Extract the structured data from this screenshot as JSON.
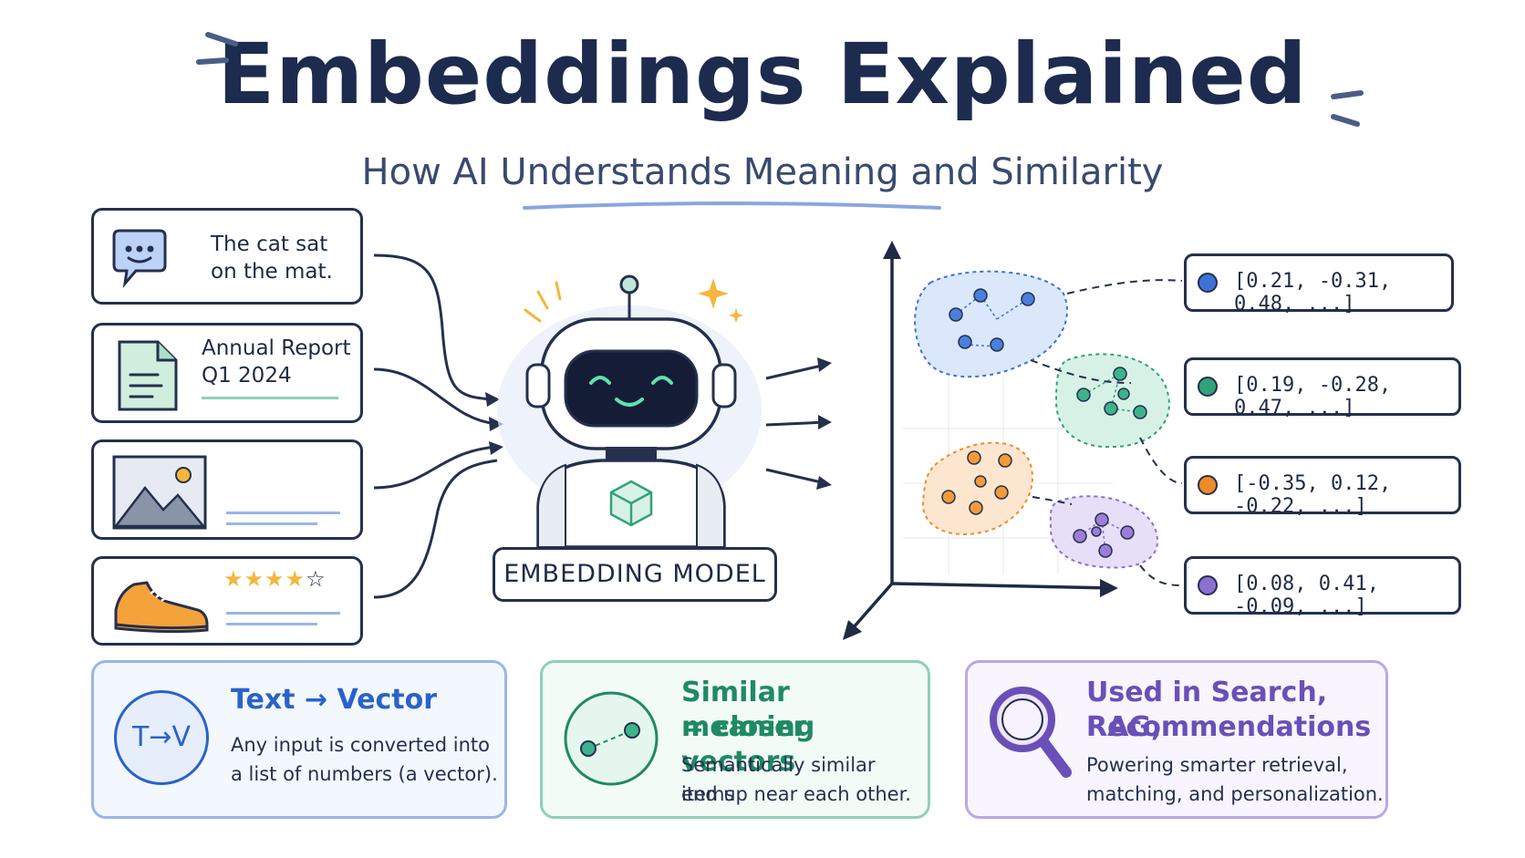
{
  "header": {
    "title": "Embeddings Explained",
    "subtitle": "How AI Understands Meaning and Similarity"
  },
  "inputs": [
    {
      "icon": "chat-bubble-icon",
      "line1": "The cat sat",
      "line2": "on the mat."
    },
    {
      "icon": "document-icon",
      "line1": "Annual Report",
      "line2": "Q1 2024"
    },
    {
      "icon": "image-icon"
    },
    {
      "icon": "sneaker-icon",
      "rating": 4,
      "max_rating": 5
    }
  ],
  "model": {
    "label": "EMBEDDING MODEL",
    "icon": "robot-icon"
  },
  "vectors": [
    {
      "text": "[0.21, -0.31, 0.48, ...]",
      "color": "#3f72d6"
    },
    {
      "text": "[0.19, -0.28, 0.47, ...]",
      "color": "#2fa27a"
    },
    {
      "text": "[-0.35, 0.12, -0.22, ...]",
      "color": "#f08a2a"
    },
    {
      "text": "[0.08, 0.41, -0.09, ...]",
      "color": "#8c6fd1"
    }
  ],
  "clusters": [
    {
      "name": "blue",
      "color": "#3f72d6",
      "fill": "#dbe7fb"
    },
    {
      "name": "green",
      "color": "#2fa27a",
      "fill": "#d8f1e6"
    },
    {
      "name": "orange",
      "color": "#f08a2a",
      "fill": "#fde6cf"
    },
    {
      "name": "purple",
      "color": "#8c6fd1",
      "fill": "#e7dff7"
    }
  ],
  "info_cards": [
    {
      "icon": "text-to-vector-icon",
      "icon_text": "T→V",
      "title": "Text → Vector",
      "desc1": "Any input is converted into",
      "desc2": "a list of numbers (a vector).",
      "color": "#2a62c9",
      "border": "#9ab6e6",
      "bg": "#f3f7fe"
    },
    {
      "icon": "close-points-icon",
      "title1": "Similar meaning",
      "title2": "= closer vectors",
      "desc1": "Semantically similar items",
      "desc2": "end up near each other.",
      "color": "#1f8a62",
      "border": "#8fd0b5",
      "bg": "#f3fbf7"
    },
    {
      "icon": "magnifier-icon",
      "title1": "Used in Search, RAG,",
      "title2": "Recommendations",
      "desc1": "Powering smarter retrieval,",
      "desc2": "matching, and personalization.",
      "color": "#6a4fb8",
      "border": "#b9a8e6",
      "bg": "#f8f5fe"
    }
  ]
}
